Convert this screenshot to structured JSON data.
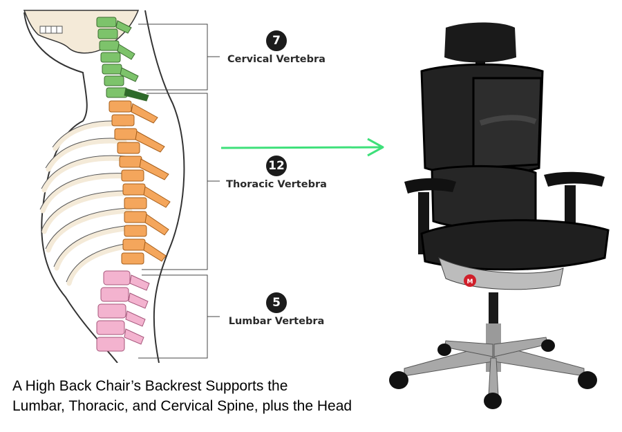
{
  "labels": {
    "cervical": {
      "count": "7",
      "name": "Cervical Vertebra"
    },
    "thoracic": {
      "count": "12",
      "name": "Thoracic Vertebra"
    },
    "lumbar": {
      "count": "5",
      "name": "Lumbar Vertebra"
    }
  },
  "caption": {
    "line1": "A High Back Chair’s Backrest Supports the",
    "line2": "Lumbar, Thoracic, and Cervical Spine, plus the Head"
  },
  "colors": {
    "cervical": "#7dc36b",
    "thoracic": "#f4a65c",
    "lumbar": "#f3b3cf",
    "disc": "#b5c2d4",
    "arrow": "#3ee07a",
    "outline": "#333333"
  },
  "icons": {
    "chair_logo": "m-logo-icon"
  }
}
